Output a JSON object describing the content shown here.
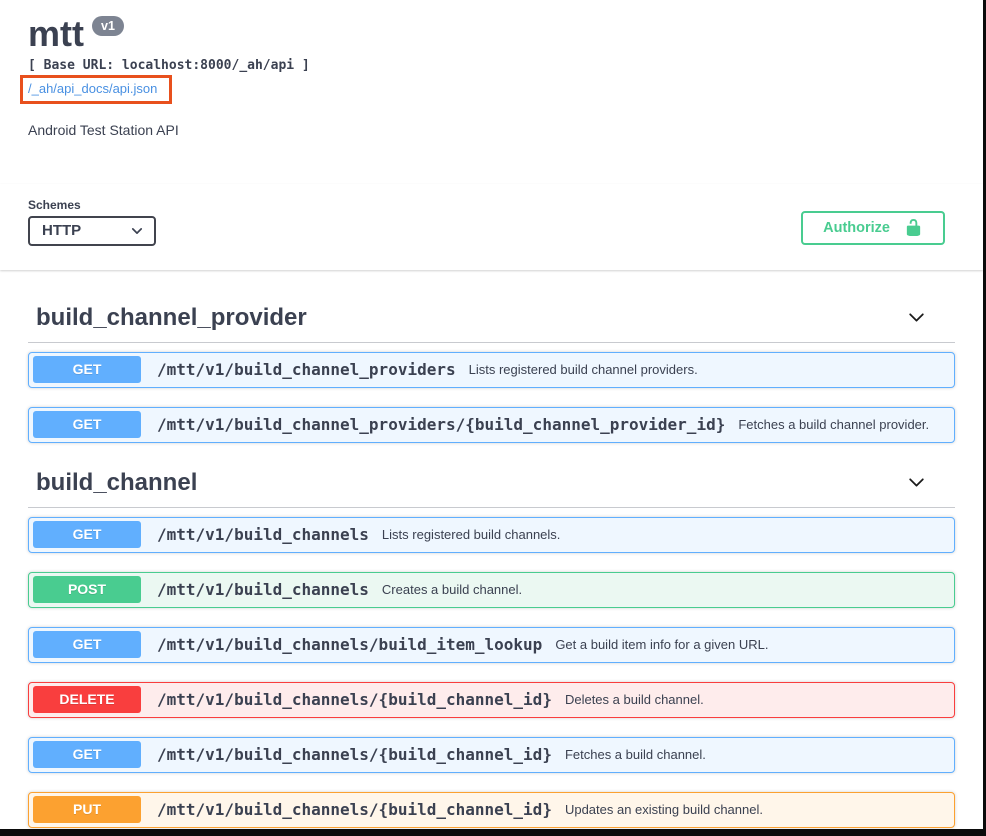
{
  "header": {
    "title": "mtt",
    "version_badge": "v1",
    "base_url_text": "[ Base URL: localhost:8000/_ah/api ]",
    "spec_link": "/_ah/api_docs/api.json",
    "description": "Android Test Station API"
  },
  "scheme": {
    "label": "Schemes",
    "selected": "HTTP"
  },
  "authorize": {
    "label": "Authorize"
  },
  "icons": {
    "unlock": "unlock-icon",
    "chevron": "chevron-down-icon"
  },
  "colors": {
    "get": "#61affe",
    "post": "#49cc90",
    "delete": "#f93e3e",
    "put": "#fca130",
    "authorize_accent": "#49cc90",
    "link": "#4990e2",
    "annotation_box": "#e8501d",
    "version_badge_bg": "#7d8492",
    "text": "#3b4151"
  },
  "sections": [
    {
      "name": "build_channel_provider",
      "operations": [
        {
          "method": "GET",
          "path": "/mtt/v1/build_channel_providers",
          "summary": "Lists registered build channel providers."
        },
        {
          "method": "GET",
          "path": "/mtt/v1/build_channel_providers/{build_channel_provider_id}",
          "summary": "Fetches a build channel provider."
        }
      ]
    },
    {
      "name": "build_channel",
      "operations": [
        {
          "method": "GET",
          "path": "/mtt/v1/build_channels",
          "summary": "Lists registered build channels."
        },
        {
          "method": "POST",
          "path": "/mtt/v1/build_channels",
          "summary": "Creates a build channel."
        },
        {
          "method": "GET",
          "path": "/mtt/v1/build_channels/build_item_lookup",
          "summary": "Get a build item info for a given URL."
        },
        {
          "method": "DELETE",
          "path": "/mtt/v1/build_channels/{build_channel_id}",
          "summary": "Deletes a build channel."
        },
        {
          "method": "GET",
          "path": "/mtt/v1/build_channels/{build_channel_id}",
          "summary": "Fetches a build channel."
        },
        {
          "method": "PUT",
          "path": "/mtt/v1/build_channels/{build_channel_id}",
          "summary": "Updates an existing build channel."
        }
      ]
    }
  ]
}
